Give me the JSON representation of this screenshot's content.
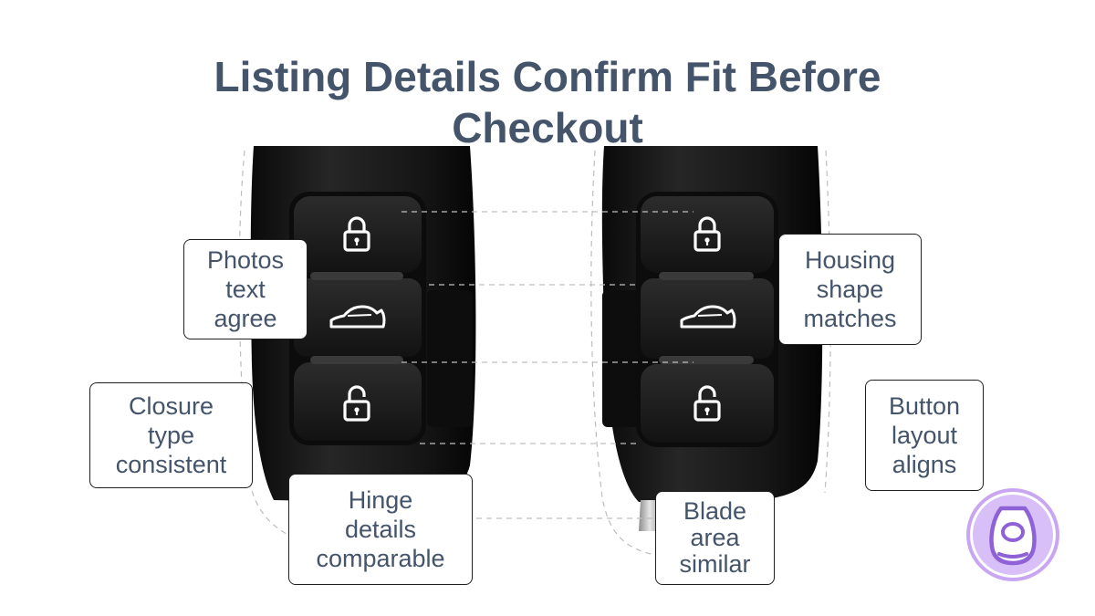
{
  "title": {
    "line1": "Listing Details Confirm Fit Before",
    "line2": "Checkout"
  },
  "callouts": {
    "photos_text": [
      "Photos",
      "text",
      "agree"
    ],
    "closure_type": [
      "Closure",
      "type",
      "consistent"
    ],
    "hinge_details": [
      "Hinge",
      "details",
      "comparable"
    ],
    "housing_shape": [
      "Housing",
      "shape",
      "matches"
    ],
    "button_layout": [
      "Button",
      "layout",
      "aligns"
    ],
    "blade_area": [
      "Blade",
      "area",
      "similar"
    ]
  },
  "icons": {
    "lock": "lock-icon",
    "trunk": "car-trunk-icon",
    "unlock": "unlock-icon",
    "badge": "key-fob-badge-icon"
  },
  "colors": {
    "text": "#44546a",
    "fob_body": "#141414",
    "button_face": "#1c1c1c",
    "guide_line": "#c4c4c4",
    "badge": "#c9a6f2"
  }
}
